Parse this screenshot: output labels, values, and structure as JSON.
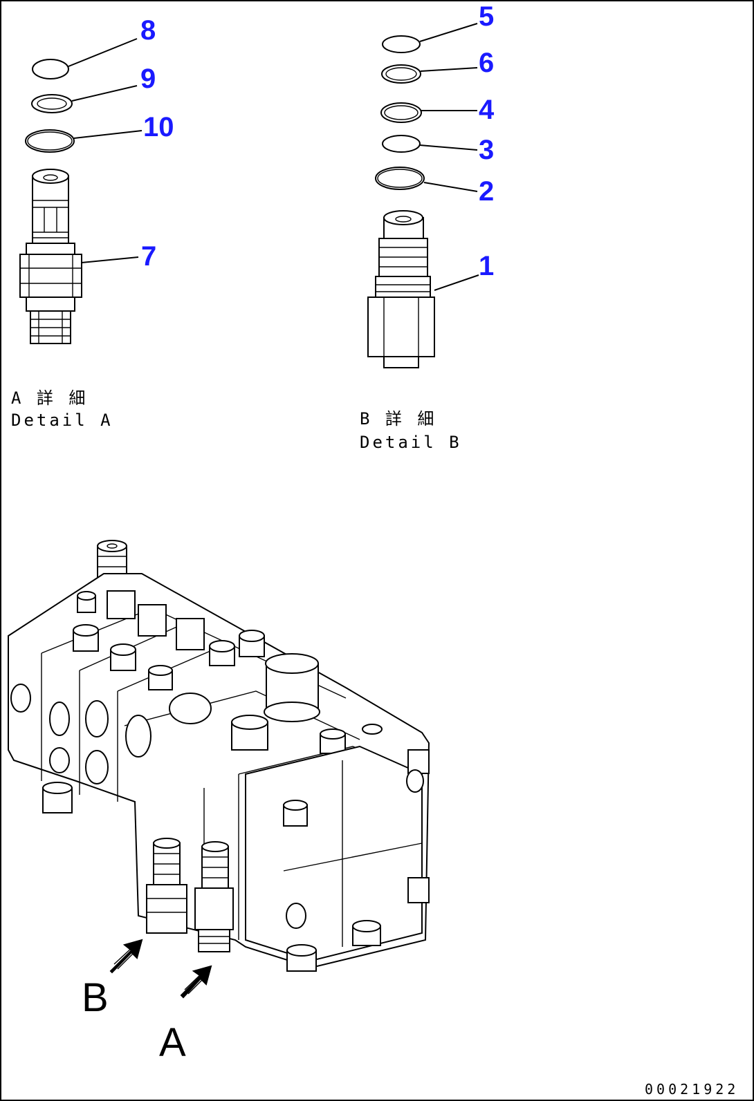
{
  "callouts": {
    "c1": "1",
    "c2": "2",
    "c3": "3",
    "c4": "4",
    "c5": "5",
    "c6": "6",
    "c7": "7",
    "c8": "8",
    "c9": "9",
    "c10": "10"
  },
  "captions": {
    "detail_a_jp": "A 詳 細",
    "detail_a_en": "Detail A",
    "detail_b_jp": "B 詳 細",
    "detail_b_en": "Detail B"
  },
  "view_letters": {
    "a": "A",
    "b": "B"
  },
  "drawing_number": "00021922",
  "colors": {
    "callout": "#1a1aff",
    "line": "#000000"
  }
}
